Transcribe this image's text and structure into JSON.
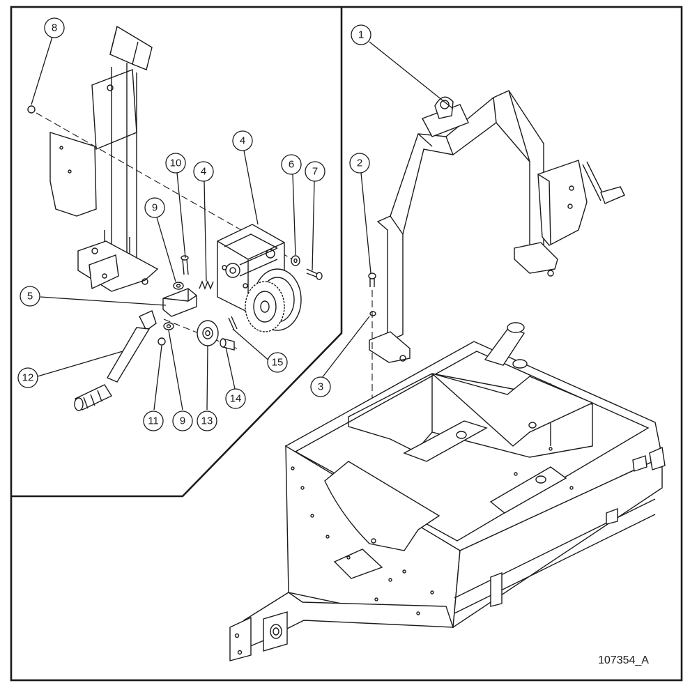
{
  "drawing_number": "107354_A",
  "callouts": [
    {
      "id": "callout-8",
      "label": "8"
    },
    {
      "id": "callout-10",
      "label": "10"
    },
    {
      "id": "callout-4a",
      "label": "4"
    },
    {
      "id": "callout-4b",
      "label": "4"
    },
    {
      "id": "callout-6",
      "label": "6"
    },
    {
      "id": "callout-7",
      "label": "7"
    },
    {
      "id": "callout-9a",
      "label": "9"
    },
    {
      "id": "callout-5",
      "label": "5"
    },
    {
      "id": "callout-12",
      "label": "12"
    },
    {
      "id": "callout-15",
      "label": "15"
    },
    {
      "id": "callout-14",
      "label": "14"
    },
    {
      "id": "callout-11",
      "label": "11"
    },
    {
      "id": "callout-9b",
      "label": "9"
    },
    {
      "id": "callout-13",
      "label": "13"
    },
    {
      "id": "callout-1",
      "label": "1"
    },
    {
      "id": "callout-2",
      "label": "2"
    },
    {
      "id": "callout-3",
      "label": "3"
    }
  ]
}
